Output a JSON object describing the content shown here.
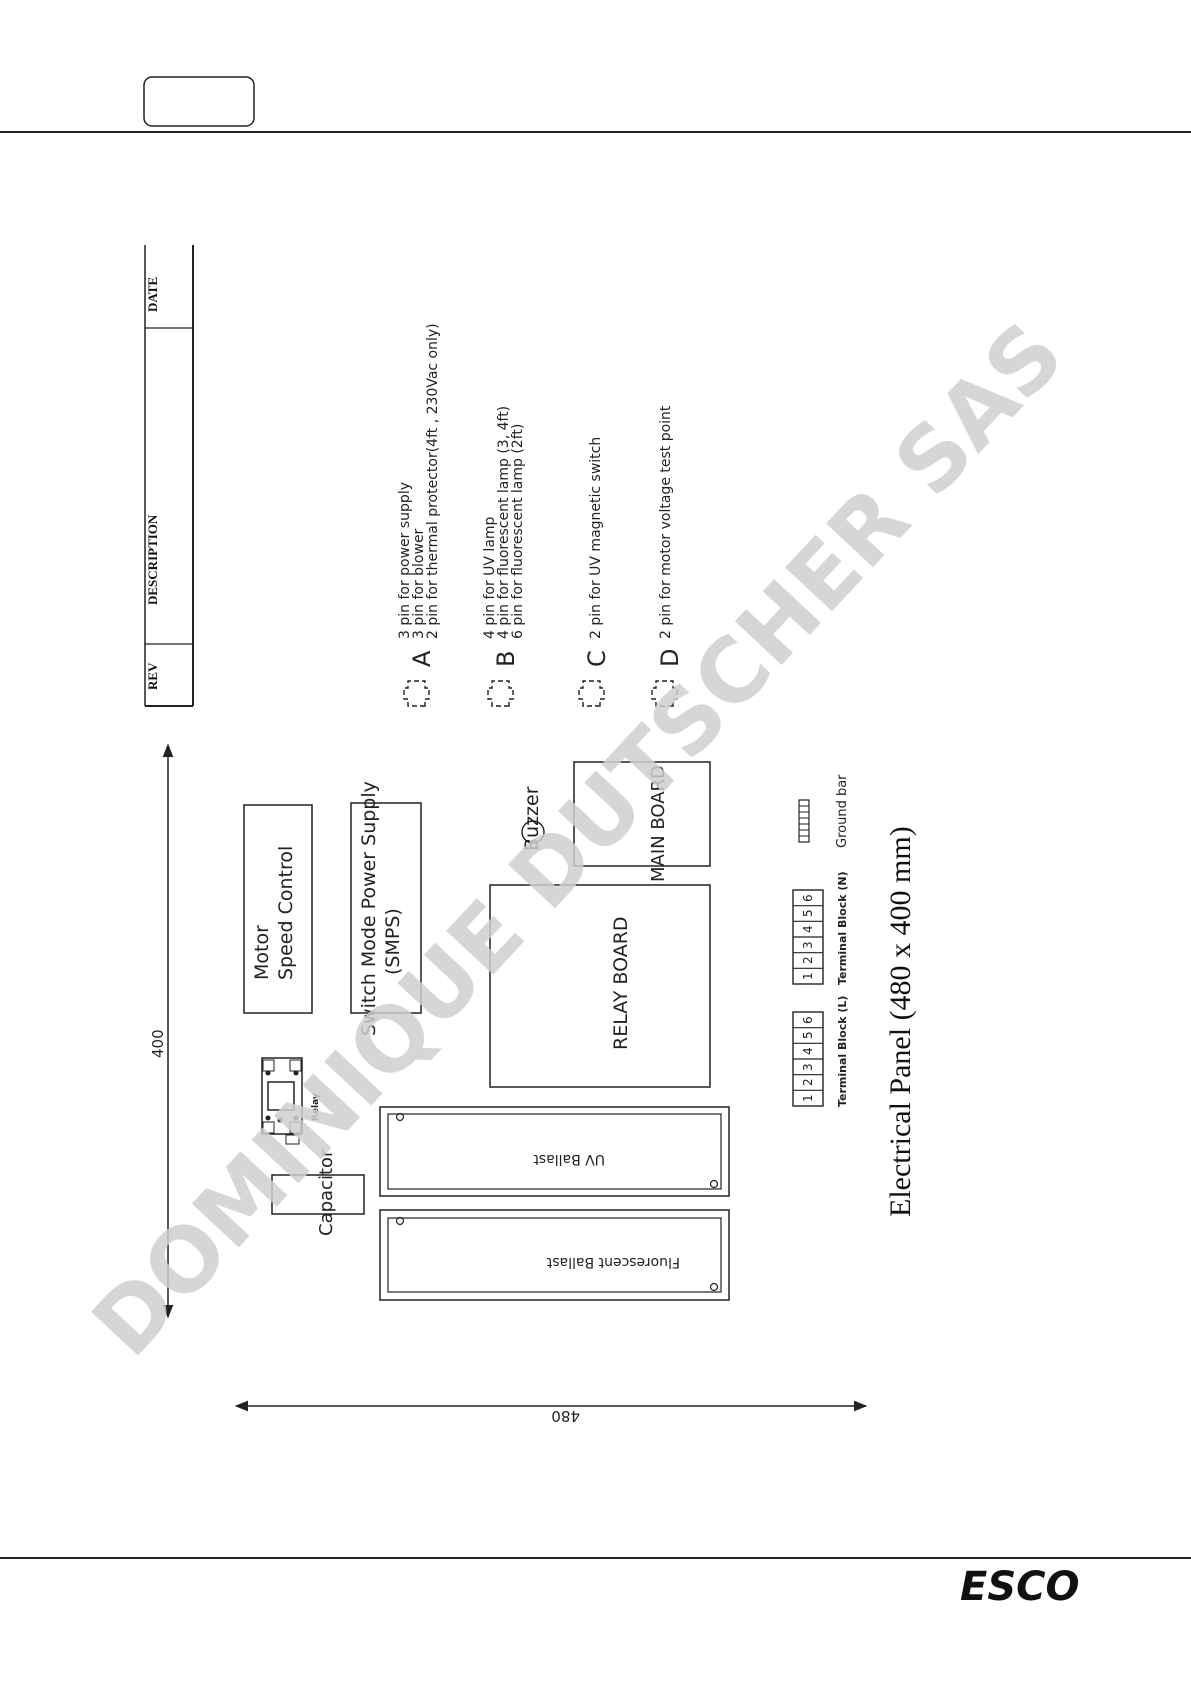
{
  "header": {
    "page_box": ""
  },
  "rev_table": {
    "headers": [
      "REV",
      "DESCRIPTION",
      "DATE"
    ]
  },
  "connectors": [
    {
      "letter": "A",
      "lines": [
        "3 pin for power supply",
        "3 pin for blower",
        "2 pin for thermal protector(4ft , 230Vac only)"
      ]
    },
    {
      "letter": "B",
      "lines": [
        "4 pin for UV lamp",
        "4 pin for fluorescent lamp (3, 4ft)",
        "6 pin for fluorescent lamp (2ft)"
      ]
    },
    {
      "letter": "C",
      "lines": [
        "2 pin for UV magnetic switch"
      ]
    },
    {
      "letter": "D",
      "lines": [
        "2 pin for motor voltage test point"
      ]
    }
  ],
  "components": {
    "motor_control": [
      "Motor",
      "Speed Control"
    ],
    "smps": [
      "Switch Mode Power Supply",
      "(SMPS)"
    ],
    "buzzer": "Buzzer",
    "main_board": "MAIN BOARD",
    "relay_board": "RELAY BOARD",
    "relay": "Relay",
    "capacitor": "Capacitor",
    "uv_ballast": "UV Ballast",
    "fluorescent_ballast": "Fluorescent Ballast",
    "terminal_numbers": [
      "1",
      "2",
      "3",
      "4",
      "5",
      "6"
    ],
    "terminal_block_l": "Terminal Block (L)",
    "terminal_block_n": "Terminal Block (N)",
    "ground_bar": "Ground bar"
  },
  "dimensions": {
    "vertical": "400",
    "horizontal": "480"
  },
  "title": "Electrical Panel (480 x 400 mm)",
  "watermark": "DOMINIQUE DUTSCHER SAS",
  "footer": {
    "logo": "ESCO"
  }
}
